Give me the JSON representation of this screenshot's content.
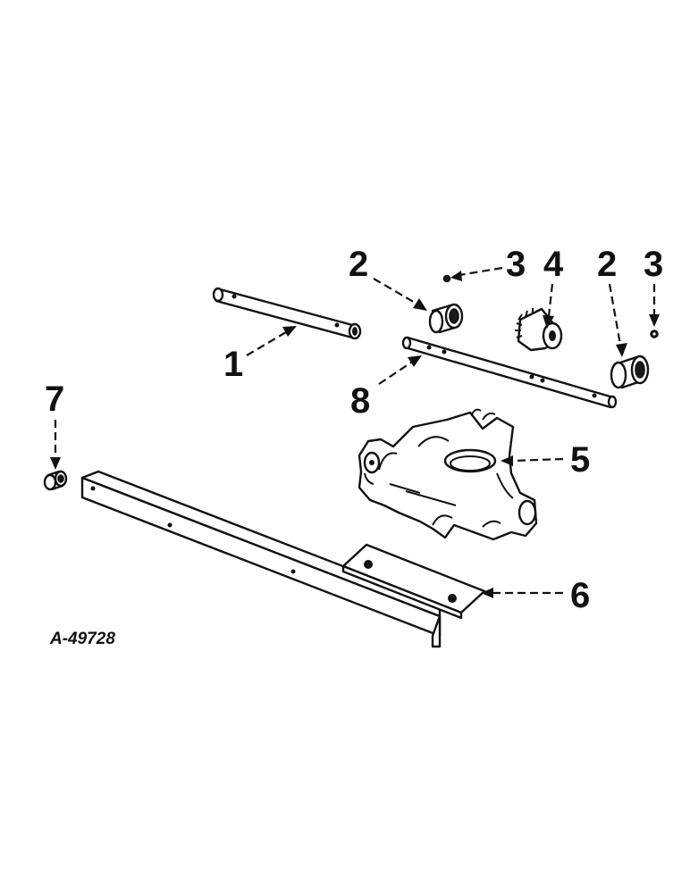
{
  "drawing_number": "A-49728",
  "callouts": {
    "c1": "1",
    "c2a": "2",
    "c3a": "3",
    "c4": "4",
    "c2b": "2",
    "c3b": "3",
    "c5": "5",
    "c6": "6",
    "c7": "7",
    "c8": "8"
  }
}
